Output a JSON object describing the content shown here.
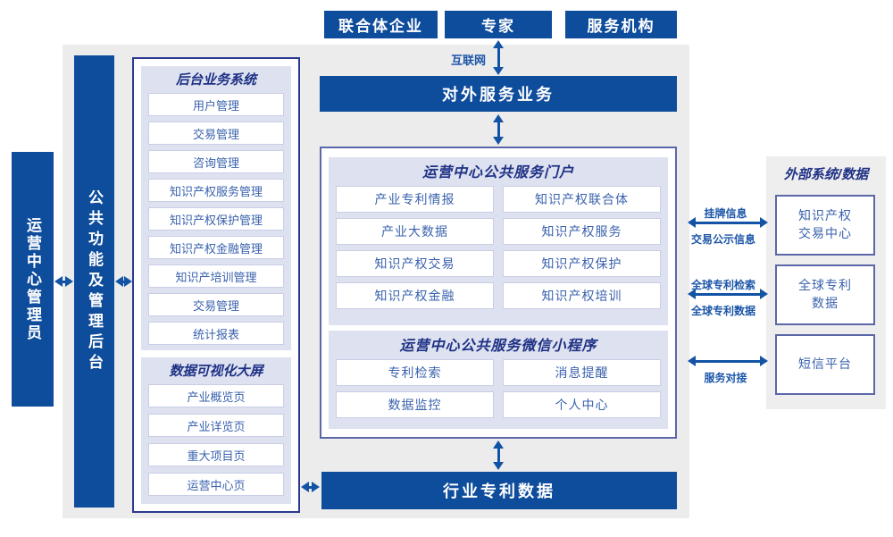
{
  "top_actors": [
    "联合体企业",
    "专家",
    "服务机构"
  ],
  "labels": {
    "internet": "互联网"
  },
  "bars": {
    "external_service": "对外服务业务",
    "industry_patent_data": "行业专利数据"
  },
  "left_rail": {
    "operator_admin": "运营中心管理员",
    "public_functions_backend": "公共功能及管理后台"
  },
  "backoffice_system": {
    "title": "后台业务系统",
    "items": [
      "用户管理",
      "交易管理",
      "咨询管理",
      "知识产权服务管理",
      "知识产权保护管理",
      "知识产权金融管理",
      "知识产培训管理",
      "交易管理",
      "统计报表"
    ]
  },
  "data_dashboard": {
    "title": "数据可视化大屏",
    "items": [
      "产业概览页",
      "产业详览页",
      "重大项目页",
      "运营中心页"
    ]
  },
  "public_portal": {
    "title": "运营中心公共服务门户",
    "items": [
      "产业专利情报",
      "知识产权联合体",
      "产业大数据",
      "知识产权服务",
      "知识产权交易",
      "知识产权保护",
      "知识产权金融",
      "知识产权培训"
    ]
  },
  "mini_program": {
    "title": "运营中心公共服务微信小程序",
    "items": [
      "专利检索",
      "消息提醒",
      "数据监控",
      "个人中心"
    ]
  },
  "external_systems": {
    "title": "外部系统/数据",
    "boxes": [
      "知识产权\n交易中心",
      "全球专利\n数据",
      "短信平台"
    ],
    "link_labels": [
      {
        "top": "挂牌信息",
        "bottom": "交易公示信息"
      },
      {
        "top": "全球专利检索",
        "bottom": "全球专利数据"
      },
      {
        "top": "",
        "bottom": "服务对接"
      }
    ]
  },
  "colors": {
    "primary_blue": "#0e4c9c",
    "arrow_blue": "#1353a6",
    "header_navy": "#1e3184",
    "item_text_blue": "#3a62ae",
    "panel_lavender": "#dde1f0",
    "background_gray": "#ececec"
  }
}
